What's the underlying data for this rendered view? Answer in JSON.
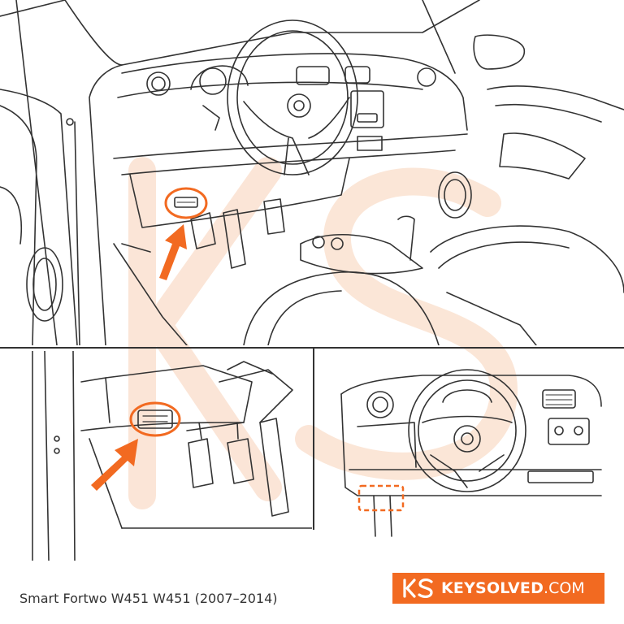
{
  "caption": "Smart Fortwo W451 W451 (2007–2014)",
  "brand": {
    "logo_text": "KS",
    "name": "KEYSOLVED",
    "domain": ".COM",
    "color": "#f26a21"
  },
  "colors": {
    "line": "#333333",
    "highlight": "#f26a21",
    "watermark": "#fbe3d3"
  },
  "icons": {
    "arrow": "arrow-up-right-icon",
    "port": "obd-port-icon"
  }
}
